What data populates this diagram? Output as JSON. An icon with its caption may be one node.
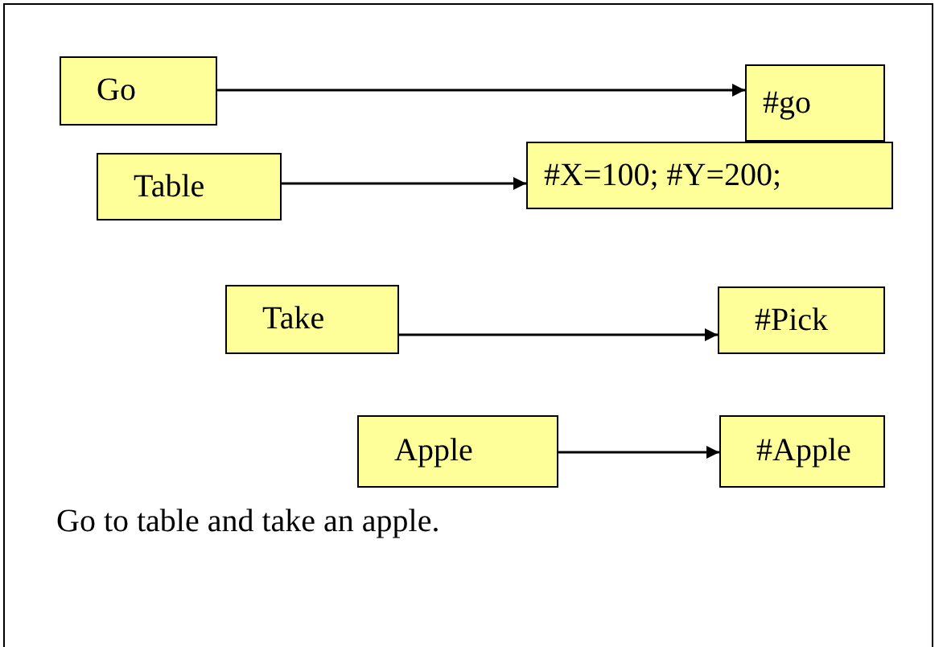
{
  "diagram": {
    "nodes": [
      {
        "text": [
          "Go"
        ]
      },
      {
        "text": [
          "#go"
        ]
      },
      {
        "text": [
          "Table"
        ]
      },
      {
        "text": [
          "#X=100; #Y=200;"
        ]
      },
      {
        "text": [
          "Take"
        ]
      },
      {
        "text": [
          "#Pick"
        ]
      },
      {
        "text": [
          "Apple"
        ]
      },
      {
        "text": [
          "#Apple"
        ]
      }
    ],
    "edges": [
      {
        "from": 0,
        "to": 1,
        "arrow": "to"
      },
      {
        "from": 2,
        "to": 3,
        "arrow": "to"
      },
      {
        "from": 4,
        "to": 5,
        "arrow": "to"
      },
      {
        "from": 6,
        "to": 7,
        "arrow": "to"
      }
    ],
    "labels": [
      "Go to table and take an apple."
    ]
  }
}
